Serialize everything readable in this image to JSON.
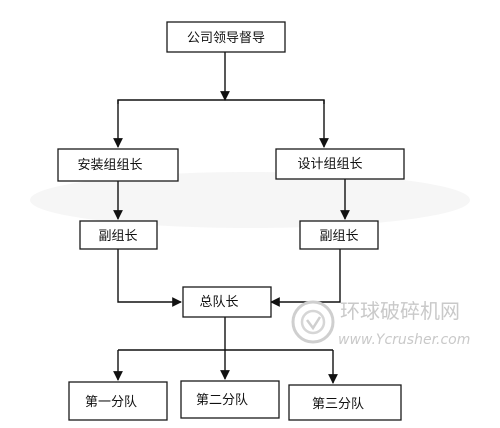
{
  "org_chart": {
    "top": "公司领导督导",
    "group_left": "安装组组长",
    "group_right": "设计组组长",
    "deputy_left": "副组长",
    "deputy_right": "副组长",
    "captain": "总队长",
    "team_1": "第一分队",
    "team_2": "第二分队",
    "team_3": "第三分队"
  },
  "watermark": {
    "name": "环球破碎机网",
    "url": "www.Ycrusher.com"
  },
  "colors": {
    "line": "#111111",
    "box_border": "#1a1a1a",
    "watermark": "#c9c9c9"
  }
}
